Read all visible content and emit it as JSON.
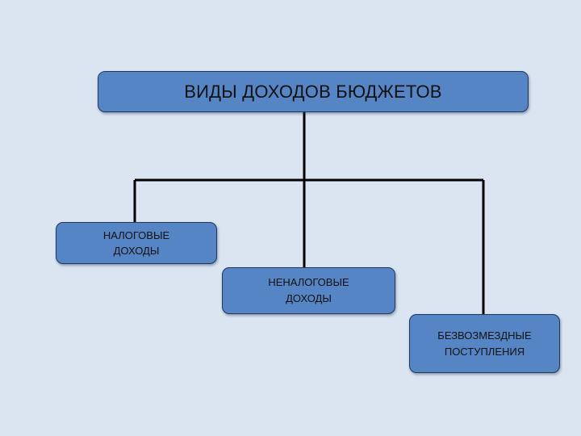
{
  "diagram": {
    "root": {
      "title": "ВИДЫ ДОХОДОВ БЮДЖЕТОВ"
    },
    "children": [
      {
        "line1": "НАЛОГОВЫЕ",
        "line2": "ДОХОДЫ"
      },
      {
        "line1": "НЕНАЛОГОВЫЕ",
        "line2": "ДОХОДЫ"
      },
      {
        "line1": "БЕЗВОЗМЕЗДНЫЕ",
        "line2": "ПОСТУПЛЕНИЯ"
      }
    ]
  },
  "colors": {
    "background": "#dbe5f2",
    "box_fill": "#5585c4",
    "box_border": "#22375a",
    "connector": "#000000",
    "text": "#111111"
  }
}
